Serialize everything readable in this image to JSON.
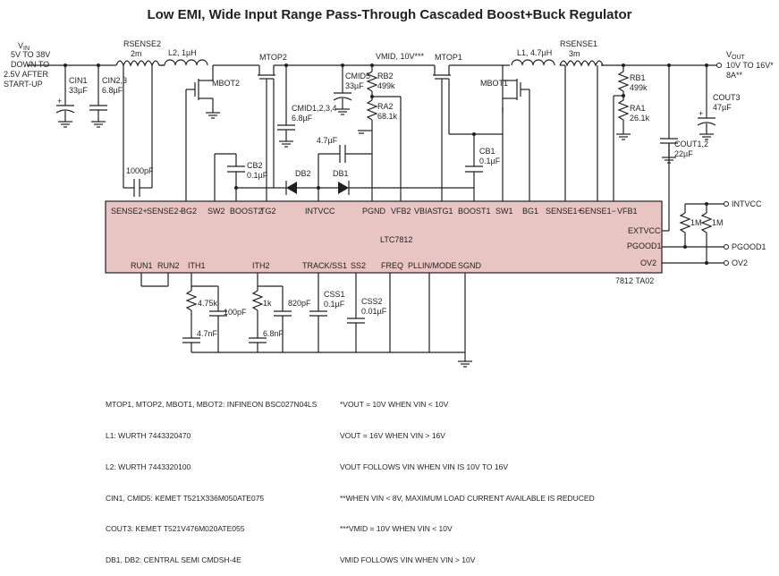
{
  "title": "Low EMI, Wide Input Range Pass-Through Cascaded Boost+Buck Regulator",
  "input": {
    "name": "VIN",
    "lines": [
      "5V TO 38V",
      "DOWN TO",
      "2.5V AFTER",
      "START-UP"
    ]
  },
  "output": {
    "name": "VOUT",
    "lines": [
      "10V TO 16V*",
      "8A**"
    ]
  },
  "vmid": "VMID, 10V***",
  "components": {
    "rsense2": {
      "name": "RSENSE2",
      "value": "2m"
    },
    "l2": {
      "name": "L2, 1µH"
    },
    "mtop2": {
      "name": "MTOP2"
    },
    "mbot2": {
      "name": "MBOT2"
    },
    "mtop1": {
      "name": "MTOP1"
    },
    "mbot1": {
      "name": "MBOT1"
    },
    "l1": {
      "name": "L1, 4.7µH"
    },
    "rsense1": {
      "name": "RSENSE1",
      "value": "3m"
    },
    "cin1": {
      "name": "CIN1",
      "value": "33µF"
    },
    "cin23": {
      "name": "CIN2,3",
      "value": "6.8µF"
    },
    "cmid5": {
      "name": "CMID5",
      "value": "33µF"
    },
    "cmid1234": {
      "name": "CMID1,2,3,4",
      "value": "6.8µF"
    },
    "rb2": {
      "name": "RB2",
      "value": "499k"
    },
    "ra2": {
      "name": "RA2",
      "value": "68.1k"
    },
    "rb1": {
      "name": "RB1",
      "value": "499k"
    },
    "ra1": {
      "name": "RA1",
      "value": "26.1k"
    },
    "cout3": {
      "name": "COUT3",
      "value": "47µF"
    },
    "cout12": {
      "name": "COUT1,2",
      "value": "22µF"
    },
    "cb2": {
      "name": "CB2",
      "value": "0.1µF"
    },
    "cb1": {
      "name": "CB1",
      "value": "0.1µF"
    },
    "db2": {
      "name": "DB2"
    },
    "db1": {
      "name": "DB1"
    },
    "c47u": {
      "value": "4.7µF"
    },
    "c1000p": {
      "value": "1000pF"
    },
    "r475k": {
      "value": "4.75k"
    },
    "c100p": {
      "value": "100pF"
    },
    "c47n": {
      "value": "4.7nF"
    },
    "r1k": {
      "value": "1k"
    },
    "c820p": {
      "value": "820pF"
    },
    "c68n": {
      "value": "6.8nF"
    },
    "css1": {
      "name": "CSS1",
      "value": "0.1µF"
    },
    "css2": {
      "name": "CSS2",
      "value": "0.01µF"
    },
    "rpu1": {
      "value": "1M"
    },
    "rpu2": {
      "value": "1M"
    }
  },
  "ic": {
    "name": "LTC7812",
    "top_pins": [
      "SENSE2+",
      "SENSE2−",
      "BG2",
      "SW2",
      "BOOST2",
      "TG2",
      "INTVCC",
      "PGND",
      "VFB2",
      "VBIAS",
      "BOOST1",
      "TG1",
      "SW1",
      "BG1",
      "SENSE1+",
      "SENSE1−",
      "VFB1"
    ],
    "right_pins": [
      "EXTVCC",
      "PGOOD1",
      "OV2"
    ],
    "bottom_pins": [
      "RUN1",
      "RUN2",
      "ITH1",
      "ITH2",
      "TRACK/SS1",
      "SS2",
      "FREQ",
      "PLLIN/MODE",
      "SGND"
    ]
  },
  "right_labels": {
    "intvcc": "INTVCC",
    "pgood1": "PGOOD1",
    "ov2": "OV2"
  },
  "ref_code": "7812 TA02",
  "notes_left": [
    "MTOP1, MTOP2, MBOT1, MBOT2: INFINEON BSC027N04LS",
    "L1: WURTH 7443320470",
    "L2: WURTH 7443320100",
    "CIN1, CMID5: KEMET T521X336M050ATE075",
    "COUT3: KEMET T521V476M020ATE055",
    "DB1, DB2: CENTRAL SEMI CMDSH-4E"
  ],
  "notes_right": [
    "*VOUT = 10V WHEN VIN < 10V",
    "VOUT = 16V WHEN VIN > 16V",
    "VOUT FOLLOWS VIN WHEN VIN IS 10V TO 16V",
    "**WHEN VIN < 8V, MAXIMUM LOAD CURRENT AVAILABLE IS REDUCED",
    "***VMID = 10V WHEN VIN < 10V",
    "VMID FOLLOWS VIN WHEN VIN > 10V"
  ]
}
